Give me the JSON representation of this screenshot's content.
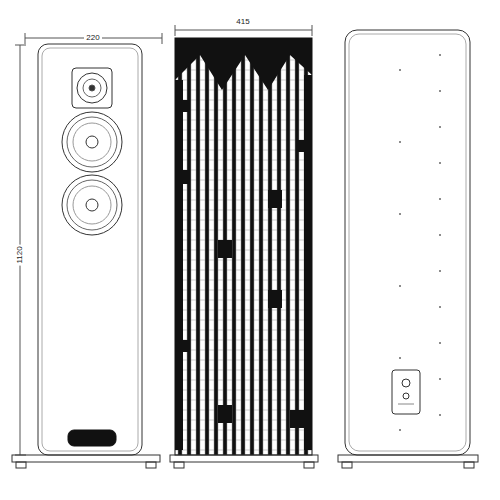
{
  "diagram": {
    "labels": [
      "220",
      "1120",
      "415"
    ]
  }
}
